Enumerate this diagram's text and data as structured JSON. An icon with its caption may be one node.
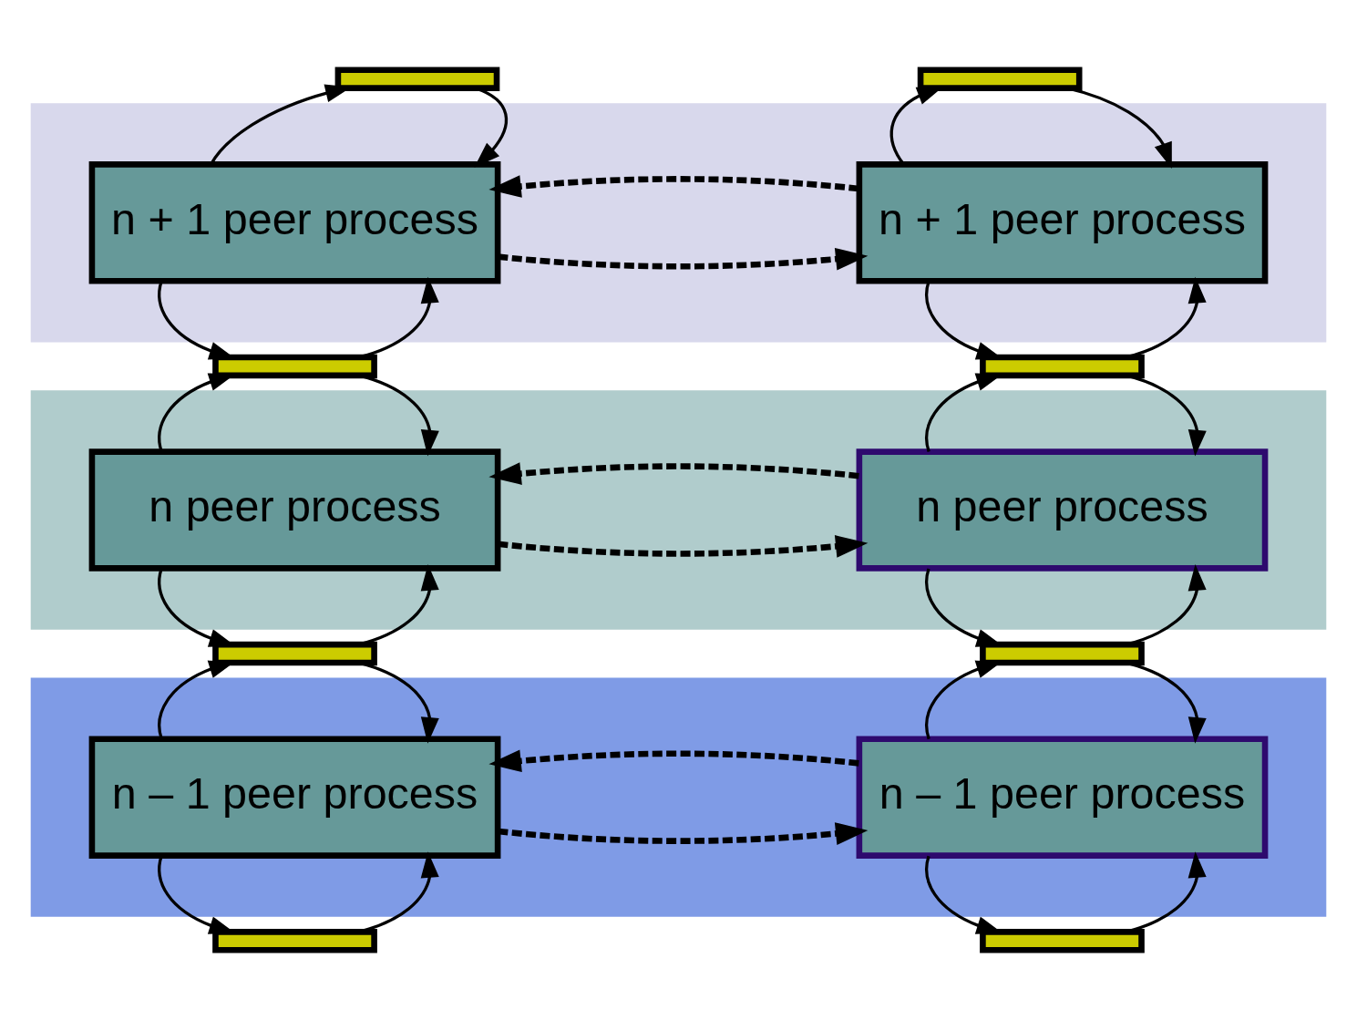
{
  "diagram": {
    "nodes": [
      {
        "text": [],
        "shape": "band"
      },
      {
        "text": [],
        "shape": "band"
      },
      {
        "text": [],
        "shape": "band"
      },
      {
        "text": [],
        "shape": "bar"
      },
      {
        "text": [],
        "shape": "bar"
      },
      {
        "text": [
          "n + 1 peer process"
        ],
        "in": 0
      },
      {
        "text": [
          "n + 1 peer process"
        ],
        "in": 0
      },
      {
        "text": [],
        "shape": "bar"
      },
      {
        "text": [],
        "shape": "bar"
      },
      {
        "text": [
          "n peer process"
        ],
        "in": 1
      },
      {
        "text": [
          "n peer process"
        ],
        "in": 1
      },
      {
        "text": [],
        "shape": "bar"
      },
      {
        "text": [],
        "shape": "bar"
      },
      {
        "text": [
          "n – 1 peer process"
        ],
        "in": 2
      },
      {
        "text": [
          "n – 1 peer process"
        ],
        "in": 2
      },
      {
        "text": [],
        "shape": "bar"
      },
      {
        "text": [],
        "shape": "bar"
      }
    ],
    "edges": [
      {
        "from": 5,
        "to": 3,
        "arrow": "to"
      },
      {
        "from": 3,
        "to": 5,
        "arrow": "to"
      },
      {
        "from": 6,
        "to": 4,
        "arrow": "to"
      },
      {
        "from": 4,
        "to": 6,
        "arrow": "to"
      },
      {
        "from": 5,
        "to": 6,
        "arrow": "to",
        "style": "dashed"
      },
      {
        "from": 6,
        "to": 5,
        "arrow": "to",
        "style": "dashed"
      },
      {
        "from": 7,
        "to": 5,
        "arrow": "to"
      },
      {
        "from": 5,
        "to": 7,
        "arrow": "to"
      },
      {
        "from": 8,
        "to": 6,
        "arrow": "to"
      },
      {
        "from": 6,
        "to": 8,
        "arrow": "to"
      },
      {
        "from": 9,
        "to": 7,
        "arrow": "to"
      },
      {
        "from": 7,
        "to": 9,
        "arrow": "to"
      },
      {
        "from": 10,
        "to": 8,
        "arrow": "to"
      },
      {
        "from": 8,
        "to": 10,
        "arrow": "to"
      },
      {
        "from": 9,
        "to": 10,
        "arrow": "to",
        "style": "dashed"
      },
      {
        "from": 10,
        "to": 9,
        "arrow": "to",
        "style": "dashed"
      },
      {
        "from": 11,
        "to": 9,
        "arrow": "to"
      },
      {
        "from": 9,
        "to": 11,
        "arrow": "to"
      },
      {
        "from": 12,
        "to": 10,
        "arrow": "to"
      },
      {
        "from": 10,
        "to": 12,
        "arrow": "to"
      },
      {
        "from": 13,
        "to": 11,
        "arrow": "to"
      },
      {
        "from": 11,
        "to": 13,
        "arrow": "to"
      },
      {
        "from": 14,
        "to": 12,
        "arrow": "to"
      },
      {
        "from": 12,
        "to": 14,
        "arrow": "to"
      },
      {
        "from": 13,
        "to": 14,
        "arrow": "to",
        "style": "dashed"
      },
      {
        "from": 14,
        "to": 13,
        "arrow": "to",
        "style": "dashed"
      },
      {
        "from": 15,
        "to": 13,
        "arrow": "to"
      },
      {
        "from": 13,
        "to": 15,
        "arrow": "to"
      },
      {
        "from": 16,
        "to": 14,
        "arrow": "to"
      },
      {
        "from": 14,
        "to": 16,
        "arrow": "to"
      }
    ]
  }
}
